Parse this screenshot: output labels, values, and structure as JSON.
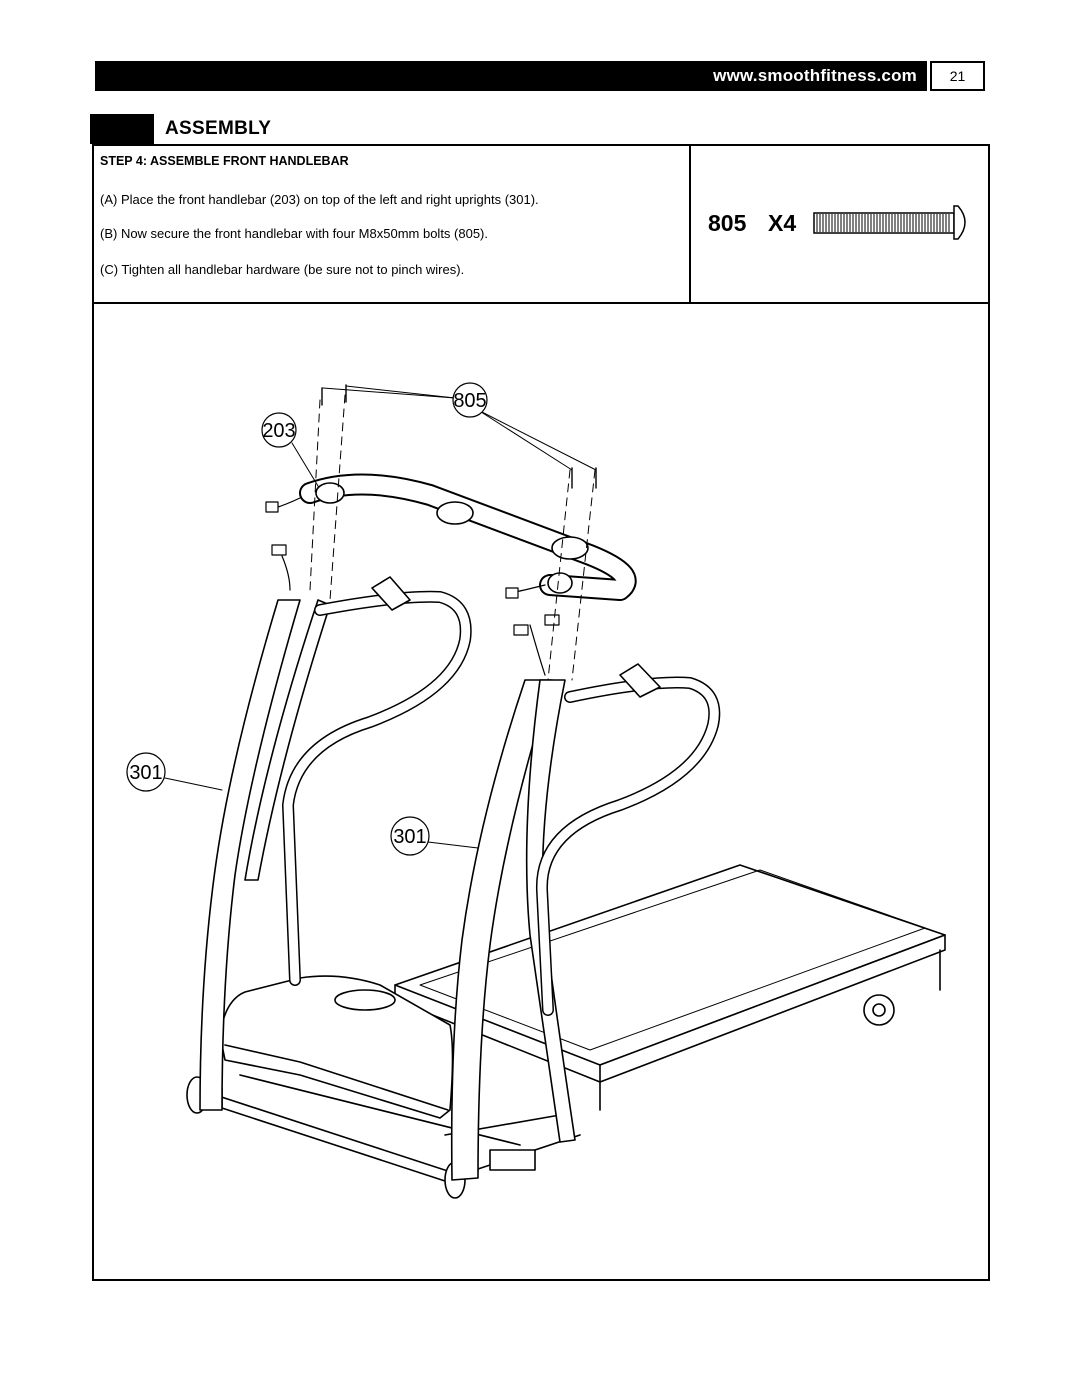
{
  "header": {
    "url": "www.smoothfitness.com",
    "page_number": "21"
  },
  "section": {
    "title": "ASSEMBLY"
  },
  "step": {
    "title": "STEP 4: ASSEMBLE FRONT HANDLEBAR",
    "lines": [
      "(A) Place the front handlebar (203) on top of the left and right uprights (301).",
      "(B) Now secure the front handlebar with four M8x50mm bolts (805).",
      "(C) Tighten all handlebar hardware (be sure not to pinch wires)."
    ]
  },
  "hardware": {
    "part": "805",
    "quantity": "X4"
  },
  "callouts": {
    "handlebar": "203",
    "bolts": "805",
    "upright_left": "301",
    "upright_right": "301"
  }
}
